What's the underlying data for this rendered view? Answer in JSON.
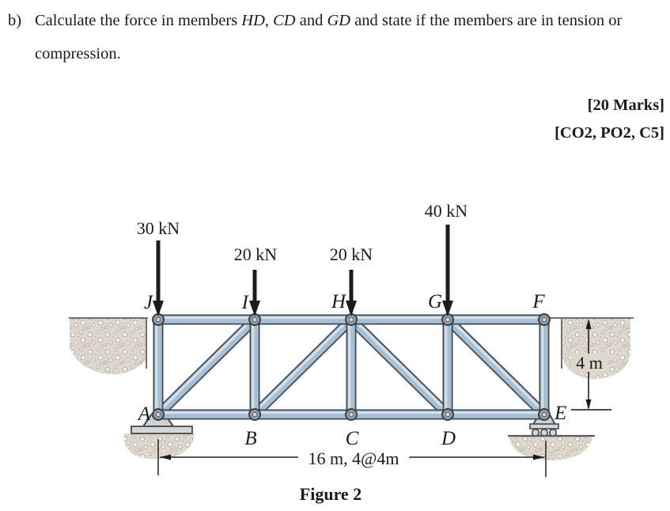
{
  "problem": {
    "item_label": "b)",
    "line1": {
      "p1": "Calculate the force in members ",
      "m1": "HD",
      "s1": ", ",
      "m2": "CD",
      "s2": " and ",
      "m3": "GD",
      "p2": " and state if the members are in tension or"
    },
    "line2": "compression.",
    "marks": "[20 Marks]",
    "outcomes": "[CO2, PO2, C5]"
  },
  "figure": {
    "caption": "Figure 2",
    "loads": [
      {
        "joint": "J",
        "label": "30 kN"
      },
      {
        "joint": "I",
        "label": "20 kN"
      },
      {
        "joint": "H",
        "label": "20 kN"
      },
      {
        "joint": "G",
        "label": "40 kN"
      }
    ],
    "joints": {
      "top": [
        "J",
        "I",
        "H",
        "G",
        "F"
      ],
      "bottom": [
        "A",
        "B",
        "C",
        "D",
        "E"
      ]
    },
    "dimensions": {
      "height": "4 m",
      "span": "16 m, 4@4m"
    },
    "colors": {
      "member_fill": "#a6c1d7",
      "member_highlight": "#d4e0ea",
      "member_outline": "#45484c",
      "hatch_base": "#ddd8ce",
      "support_fill": "#d2d6db"
    }
  }
}
